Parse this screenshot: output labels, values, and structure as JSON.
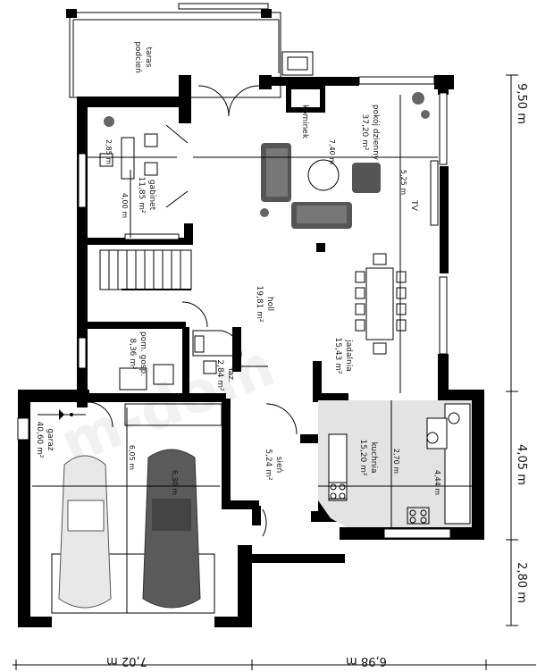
{
  "rooms": {
    "taras": {
      "name": "taras",
      "name2": "podcień"
    },
    "kominek": {
      "name": "kominek"
    },
    "pokoj": {
      "name": "pokój dzienny",
      "area": "37,20 m²"
    },
    "gabinet": {
      "name": "gabinet",
      "area": "11,85 m²"
    },
    "holl": {
      "name": "holl",
      "area": "19,81 m²"
    },
    "pom_gosp": {
      "name": "pom. gosp.",
      "area": "8,36 m²"
    },
    "lazienka": {
      "name": "łaz.",
      "area": "2,84 m²"
    },
    "jadalnia": {
      "name": "jadalnia",
      "area": "15,43 m²"
    },
    "kuchnia": {
      "name": "kuchnia",
      "area": "15,20 m²"
    },
    "sien": {
      "name": "sień",
      "area": "5,24 m²"
    },
    "garaz": {
      "name": "garaż",
      "area": "40,60 m²"
    },
    "tv": {
      "name": "TV"
    }
  },
  "inner_dims": {
    "d_285": "2,85 m",
    "d_740": "7,40 m",
    "d_400": "4,00 m",
    "d_525": "5,25 m",
    "d_270": "2,70 m",
    "d_444": "4,44 m",
    "d_630": "6,30 m",
    "d_605": "6,05 m"
  },
  "outer_dims": {
    "bottom_left": "7,02 m",
    "bottom_right": "6,98 m",
    "right_top": "9,50 m",
    "right_mid": "4,05 m",
    "right_bot": "2,80 m"
  },
  "watermark": "m-dom"
}
